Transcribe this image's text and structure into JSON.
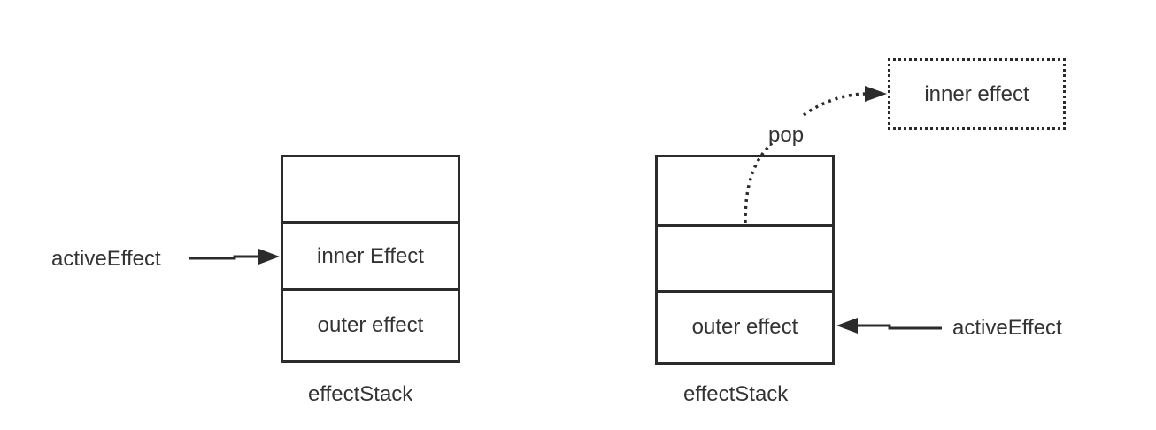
{
  "left_diagram": {
    "cells": [
      "",
      "inner Effect",
      "outer effect"
    ],
    "stack_label": "effectStack",
    "pointer_label": "activeEffect"
  },
  "right_diagram": {
    "cells": [
      "",
      "",
      "outer effect"
    ],
    "stack_label": "effectStack",
    "pointer_label": "activeEffect",
    "pop_label": "pop",
    "popped_item": "inner effect"
  }
}
